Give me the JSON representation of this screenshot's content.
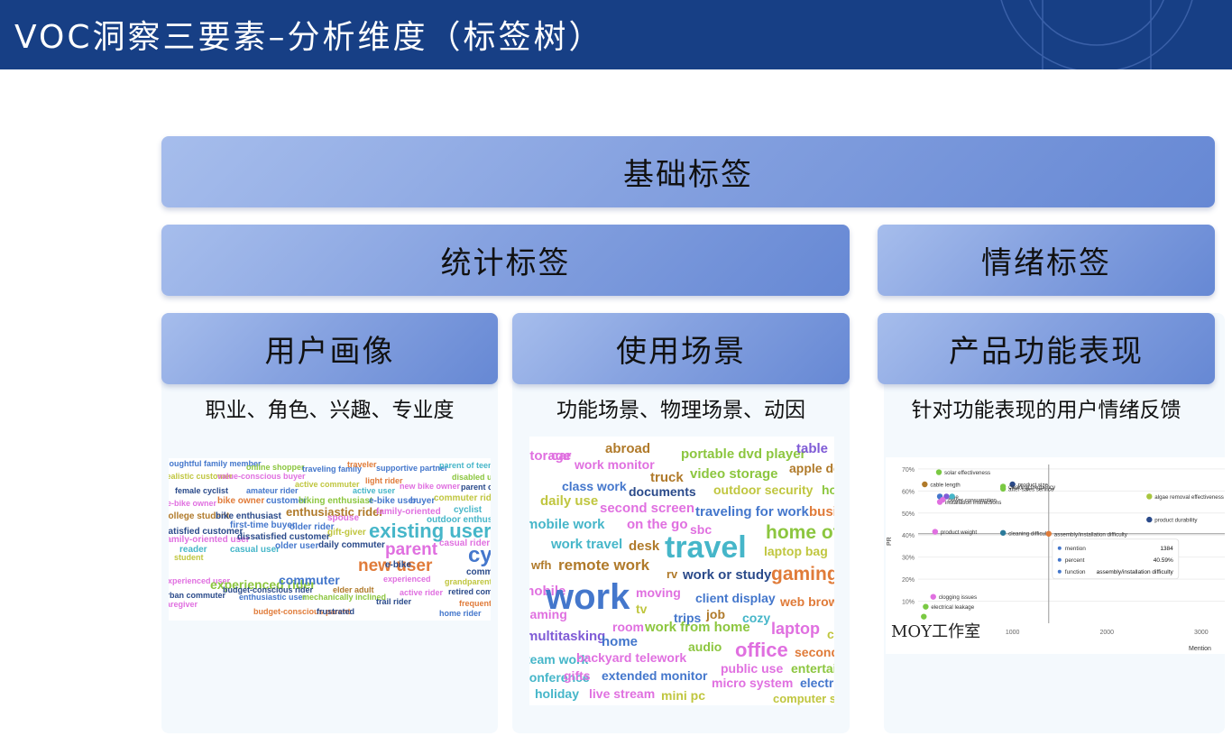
{
  "header": {
    "title": "VOC洞察三要素–分析维度（标签树）"
  },
  "tree": {
    "root": "基础标签",
    "stat": "统计标签",
    "emotion": "情绪标签",
    "persona": {
      "label": "用户画像",
      "desc": "职业、角色、兴趣、专业度"
    },
    "scene": {
      "label": "使用场景",
      "desc": "功能场景、物理场景、动因"
    },
    "function": {
      "label": "产品功能表现",
      "desc": "针对功能表现的用户情绪反馈"
    }
  },
  "cloud_persona": [
    {
      "t": "thoughtful family member",
      "c": "#4477cc",
      "s": 9
    },
    {
      "t": "online shopper",
      "c": "#8cc63f",
      "s": 9
    },
    {
      "t": "traveling family",
      "c": "#4477cc",
      "s": 9
    },
    {
      "t": "traveler",
      "c": "#e07b39",
      "s": 9
    },
    {
      "t": "supportive partner",
      "c": "#4477cc",
      "s": 9
    },
    {
      "t": "parent of teen",
      "c": "#46b6c9",
      "s": 9
    },
    {
      "t": "realistic customer",
      "c": "#c0c63f",
      "s": 9
    },
    {
      "t": "value-conscious buyer",
      "c": "#e070e0",
      "s": 9
    },
    {
      "t": "active commuter",
      "c": "#c0c63f",
      "s": 9
    },
    {
      "t": "light rider",
      "c": "#e07b39",
      "s": 9
    },
    {
      "t": "new bike owner",
      "c": "#e070e0",
      "s": 9
    },
    {
      "t": "disabled user",
      "c": "#8cc63f",
      "s": 9
    },
    {
      "t": "female cyclist",
      "c": "#2a4a8a",
      "s": 9
    },
    {
      "t": "amateur rider",
      "c": "#4477cc",
      "s": 9
    },
    {
      "t": "active user",
      "c": "#46b6c9",
      "s": 9
    },
    {
      "t": "parent of",
      "c": "#2a4a8a",
      "s": 9
    },
    {
      "t": "e-bike owner",
      "c": "#e070e0",
      "s": 9
    },
    {
      "t": "bike owner",
      "c": "#e07b39",
      "s": 10
    },
    {
      "t": "customer",
      "c": "#4477cc",
      "s": 10
    },
    {
      "t": "biking enthusiast",
      "c": "#8cc63f",
      "s": 10
    },
    {
      "t": "e-bike user",
      "c": "#4477cc",
      "s": 10
    },
    {
      "t": "buyer",
      "c": "#4477cc",
      "s": 10
    },
    {
      "t": "commuter rider",
      "c": "#c0c63f",
      "s": 10
    },
    {
      "t": "college student",
      "c": "#b07a2a",
      "s": 10
    },
    {
      "t": "enthusiastic rider",
      "c": "#b07a2a",
      "s": 13
    },
    {
      "t": "family-oriented",
      "c": "#e070e0",
      "s": 10
    },
    {
      "t": "cyclist",
      "c": "#46b6c9",
      "s": 10
    },
    {
      "t": "bike enthusiast",
      "c": "#2a4a8a",
      "s": 10
    },
    {
      "t": "spouse",
      "c": "#e070e0",
      "s": 10
    },
    {
      "t": "outdoor enthusiast",
      "c": "#46b6c9",
      "s": 10
    },
    {
      "t": "first-time buyer",
      "c": "#4477cc",
      "s": 10
    },
    {
      "t": "older rider",
      "c": "#4477cc",
      "s": 10
    },
    {
      "t": "satisfied customer",
      "c": "#2a4a8a",
      "s": 10
    },
    {
      "t": "existing user",
      "c": "#46b6c9",
      "s": 22
    },
    {
      "t": "gift-giver",
      "c": "#c0c63f",
      "s": 10
    },
    {
      "t": "family-oriented user",
      "c": "#e070e0",
      "s": 10
    },
    {
      "t": "dissatisfied customer",
      "c": "#2a4a8a",
      "s": 10
    },
    {
      "t": "reader",
      "c": "#46b6c9",
      "s": 10
    },
    {
      "t": "casual user",
      "c": "#46b6c9",
      "s": 10
    },
    {
      "t": "older user",
      "c": "#4477cc",
      "s": 10
    },
    {
      "t": "daily commuter",
      "c": "#2a4a8a",
      "s": 10
    },
    {
      "t": "parent",
      "c": "#e070e0",
      "s": 19
    },
    {
      "t": "casual rider",
      "c": "#e070e0",
      "s": 10
    },
    {
      "t": "cycling enthusiast",
      "c": "#4477cc",
      "s": 24
    },
    {
      "t": "student",
      "c": "#c0c63f",
      "s": 9
    },
    {
      "t": "new user",
      "c": "#e07b39",
      "s": 19
    },
    {
      "t": "e-bike",
      "c": "#2a4a8a",
      "s": 10
    },
    {
      "t": "commuter",
      "c": "#2a4a8a",
      "s": 10
    },
    {
      "t": "experienced user",
      "c": "#e070e0",
      "s": 9
    },
    {
      "t": "experienced rider",
      "c": "#8cc63f",
      "s": 14
    },
    {
      "t": "commuter",
      "c": "#4477cc",
      "s": 14
    },
    {
      "t": "experienced",
      "c": "#e070e0",
      "s": 9
    },
    {
      "t": "grandparent",
      "c": "#c0c63f",
      "s": 9
    },
    {
      "t": "budget-conscious rider",
      "c": "#2a4a8a",
      "s": 9
    },
    {
      "t": "elder adult",
      "c": "#b07a2a",
      "s": 9
    },
    {
      "t": "active rider",
      "c": "#e070e0",
      "s": 9
    },
    {
      "t": "retired commuter",
      "c": "#2a4a8a",
      "s": 9
    },
    {
      "t": "urban commuter",
      "c": "#2a4a8a",
      "s": 9
    },
    {
      "t": "enthusiastic user",
      "c": "#4477cc",
      "s": 9
    },
    {
      "t": "mechanically inclined",
      "c": "#8cc63f",
      "s": 9
    },
    {
      "t": "trail rider",
      "c": "#2a4a8a",
      "s": 9
    },
    {
      "t": "frequent rider",
      "c": "#e07b39",
      "s": 9
    },
    {
      "t": "budget-conscious parent",
      "c": "#e07b39",
      "s": 9
    },
    {
      "t": "frustrated",
      "c": "#2a4a8a",
      "s": 9
    },
    {
      "t": "home rider",
      "c": "#4477cc",
      "s": 9
    },
    {
      "t": "caregiver",
      "c": "#e070e0",
      "s": 9
    }
  ],
  "cloud_scene": [
    {
      "t": "storage",
      "c": "#e070e0",
      "s": 15
    },
    {
      "t": "car",
      "c": "#e070e0",
      "s": 15
    },
    {
      "t": "abroad",
      "c": "#b07a2a",
      "s": 15
    },
    {
      "t": "portable dvd player",
      "c": "#8cc63f",
      "s": 15
    },
    {
      "t": "table",
      "c": "#7f5bd6",
      "s": 15
    },
    {
      "t": "work monitor",
      "c": "#e070e0",
      "s": 14
    },
    {
      "t": "truck",
      "c": "#b07a2a",
      "s": 15
    },
    {
      "t": "video storage",
      "c": "#8cc63f",
      "s": 15
    },
    {
      "t": "apple device",
      "c": "#b07a2a",
      "s": 14
    },
    {
      "t": "class work",
      "c": "#4477cc",
      "s": 14
    },
    {
      "t": "documents",
      "c": "#2a4a8a",
      "s": 14
    },
    {
      "t": "outdoor security",
      "c": "#c0c63f",
      "s": 14
    },
    {
      "t": "home",
      "c": "#8cc63f",
      "s": 14
    },
    {
      "t": "daily use",
      "c": "#c0c63f",
      "s": 15
    },
    {
      "t": "second screen",
      "c": "#e070e0",
      "s": 15
    },
    {
      "t": "traveling for work",
      "c": "#4477cc",
      "s": 15
    },
    {
      "t": "business",
      "c": "#e07b39",
      "s": 15
    },
    {
      "t": "mobile work",
      "c": "#46b6c9",
      "s": 15
    },
    {
      "t": "on the go",
      "c": "#e070e0",
      "s": 15
    },
    {
      "t": "sbc",
      "c": "#e070e0",
      "s": 14
    },
    {
      "t": "home office",
      "c": "#8cc63f",
      "s": 21
    },
    {
      "t": "work travel",
      "c": "#46b6c9",
      "s": 15
    },
    {
      "t": "desk",
      "c": "#b07a2a",
      "s": 15
    },
    {
      "t": "travel",
      "c": "#46b6c9",
      "s": 34
    },
    {
      "t": "laptop bag",
      "c": "#c0c63f",
      "s": 14
    },
    {
      "t": "wfh",
      "c": "#b07a2a",
      "s": 13
    },
    {
      "t": "remote work",
      "c": "#b07a2a",
      "s": 17
    },
    {
      "t": "rv",
      "c": "#b07a2a",
      "s": 13
    },
    {
      "t": "work or study",
      "c": "#2a4a8a",
      "s": 15
    },
    {
      "t": "gaming",
      "c": "#e07b39",
      "s": 21
    },
    {
      "t": "mobile",
      "c": "#e070e0",
      "s": 15
    },
    {
      "t": "work",
      "c": "#4477cc",
      "s": 40
    },
    {
      "t": "moving",
      "c": "#e070e0",
      "s": 14
    },
    {
      "t": "client display",
      "c": "#4477cc",
      "s": 14
    },
    {
      "t": "web browsing",
      "c": "#e07b39",
      "s": 14
    },
    {
      "t": "gaming",
      "c": "#e070e0",
      "s": 14
    },
    {
      "t": "tv",
      "c": "#c0c63f",
      "s": 14
    },
    {
      "t": "trips",
      "c": "#4477cc",
      "s": 14
    },
    {
      "t": "job",
      "c": "#b07a2a",
      "s": 14
    },
    {
      "t": "cozy",
      "c": "#46b6c9",
      "s": 14
    },
    {
      "t": "room",
      "c": "#e070e0",
      "s": 14
    },
    {
      "t": "work from home",
      "c": "#8cc63f",
      "s": 15
    },
    {
      "t": "laptop",
      "c": "#e070e0",
      "s": 18
    },
    {
      "t": "computer",
      "c": "#c0c63f",
      "s": 14
    },
    {
      "t": "multitasking",
      "c": "#7f5bd6",
      "s": 15
    },
    {
      "t": "home",
      "c": "#4477cc",
      "s": 15
    },
    {
      "t": "audio",
      "c": "#8cc63f",
      "s": 14
    },
    {
      "t": "office",
      "c": "#e070e0",
      "s": 22
    },
    {
      "t": "second",
      "c": "#e07b39",
      "s": 14
    },
    {
      "t": "team work",
      "c": "#46b6c9",
      "s": 14
    },
    {
      "t": "backyard telework",
      "c": "#e070e0",
      "s": 14
    },
    {
      "t": "public use",
      "c": "#e070e0",
      "s": 14
    },
    {
      "t": "entertainment",
      "c": "#8cc63f",
      "s": 14
    },
    {
      "t": "conference",
      "c": "#46b6c9",
      "s": 14
    },
    {
      "t": "gifts",
      "c": "#e070e0",
      "s": 14
    },
    {
      "t": "extended monitor",
      "c": "#4477cc",
      "s": 14
    },
    {
      "t": "micro system",
      "c": "#e070e0",
      "s": 14
    },
    {
      "t": "electronics",
      "c": "#4477cc",
      "s": 14
    },
    {
      "t": "holiday",
      "c": "#46b6c9",
      "s": 14
    },
    {
      "t": "live stream",
      "c": "#e070e0",
      "s": 14
    },
    {
      "t": "mini pc",
      "c": "#c0c63f",
      "s": 14
    },
    {
      "t": "computer setup",
      "c": "#c0c63f",
      "s": 13
    }
  ],
  "scatter": {
    "chart_data": {
      "type": "scatter",
      "xlabel": "Mention",
      "ylabel": "PR",
      "xticks": [
        1000,
        2000,
        3000
      ],
      "yticks": [
        "10%",
        "20%",
        "30%",
        "40%",
        "50%",
        "60%",
        "70%"
      ],
      "xlim": [
        0,
        3250
      ],
      "ylim": [
        0,
        72
      ],
      "ref_x": 1384,
      "ref_y": 40.59,
      "points": [
        {
          "name": "solar effectiveness",
          "x": 220,
          "y": 68.5,
          "color": "#7ac943"
        },
        {
          "name": "cable length",
          "x": 70,
          "y": 63,
          "color": "#b07a2a"
        },
        {
          "name": "product size",
          "x": 1000,
          "y": 63,
          "color": "#2a4a8a"
        },
        {
          "name": "cleaning frequency",
          "x": 900,
          "y": 62,
          "color": "#7ac943"
        },
        {
          "name": "after-sales service",
          "x": 900,
          "y": 61,
          "color": "#7ac943"
        },
        {
          "name": "noise",
          "x": 230,
          "y": 57.5,
          "color": "#4477cc"
        },
        {
          "name": "",
          "x": 300,
          "y": 57.5,
          "color": "#7f5bd6"
        },
        {
          "name": "",
          "x": 360,
          "y": 57.5,
          "color": "#46b6c9"
        },
        {
          "name": "power consumption",
          "x": 260,
          "y": 56,
          "color": "#e070e0"
        },
        {
          "name": "installation instructions",
          "x": 230,
          "y": 55,
          "color": "#e070e0"
        },
        {
          "name": "algae removal effectiveness",
          "x": 2450,
          "y": 57.5,
          "color": "#a8c63f"
        },
        {
          "name": "product durability",
          "x": 2450,
          "y": 47,
          "color": "#2a4a8a"
        },
        {
          "name": "product weight",
          "x": 180,
          "y": 41.5,
          "color": "#e070e0"
        },
        {
          "name": "cleaning difficulty",
          "x": 900,
          "y": 41,
          "color": "#2a7a9a"
        },
        {
          "name": "assembly/installation difficulty",
          "x": 1384,
          "y": 40.59,
          "color": "#e07b39"
        },
        {
          "name": "clogging issues",
          "x": 160,
          "y": 12,
          "color": "#e070e0"
        },
        {
          "name": "electrical leakage",
          "x": 80,
          "y": 7.5,
          "color": "#7ac943"
        },
        {
          "name": "",
          "x": 60,
          "y": 3,
          "color": "#7ac943"
        }
      ]
    },
    "tooltip": {
      "rows": [
        {
          "k": "mention",
          "v": "1384"
        },
        {
          "k": "percent",
          "v": "40.59%"
        },
        {
          "k": "function",
          "v": "assembly/installation difficulty"
        }
      ]
    }
  },
  "watermark": "MOY工作室"
}
